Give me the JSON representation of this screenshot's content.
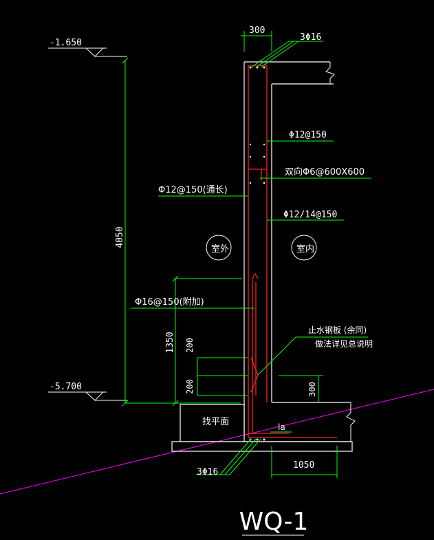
{
  "colors": {
    "background": "#000000",
    "outline": "#ffffff",
    "dimension": "#00ff00",
    "rebar": "#ff2020",
    "grade_line": "#ff00ff",
    "text": "#ffffff"
  },
  "elevations": {
    "top": "-1.650",
    "bottom": "-5.700"
  },
  "dimensions": {
    "wall_thickness": "300",
    "height_total": "4050",
    "height_lower": "1350",
    "waterstop_upper": "200",
    "waterstop_lower": "200",
    "slab_thickness": "300",
    "footing_extension": "1050"
  },
  "rebar_labels": {
    "top_bars": "3Φ16",
    "bottom_bars": "3Φ16",
    "inner_horizontal": "Φ12@150",
    "tie_bars": "双向Φ6@600X600",
    "outer_vertical": "Φ12@150(通长)",
    "inner_vertical": "Φ12/14@150",
    "added_bars": "Φ16@150(附加)",
    "anchorage": "la"
  },
  "zones": {
    "outside": "室外",
    "inside": "室内"
  },
  "notes": {
    "waterstop_line1": "止水钢板 (余同)",
    "waterstop_line2": "做法详见总说明",
    "leveling": "找平面"
  },
  "title": "WQ-1",
  "icons": {
    "elevation_marker": "elevation-triangle-icon",
    "break_line": "break-line-icon"
  }
}
